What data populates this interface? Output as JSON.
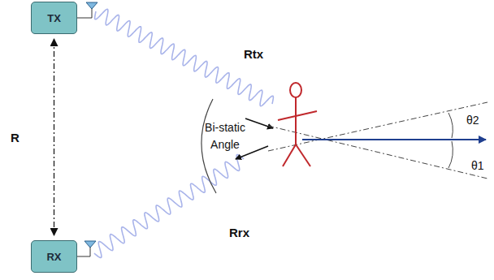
{
  "diagram": {
    "nodes": [
      {
        "text": [
          "TX"
        ]
      },
      {
        "text": [
          "RX"
        ]
      }
    ],
    "edges": [
      {
        "from": 0,
        "to": 1,
        "arrow": "both",
        "label": "R"
      }
    ],
    "labels": [
      "Rtx",
      "Bi-static Angle",
      "Rrx",
      "θ2",
      "θ1"
    ]
  }
}
